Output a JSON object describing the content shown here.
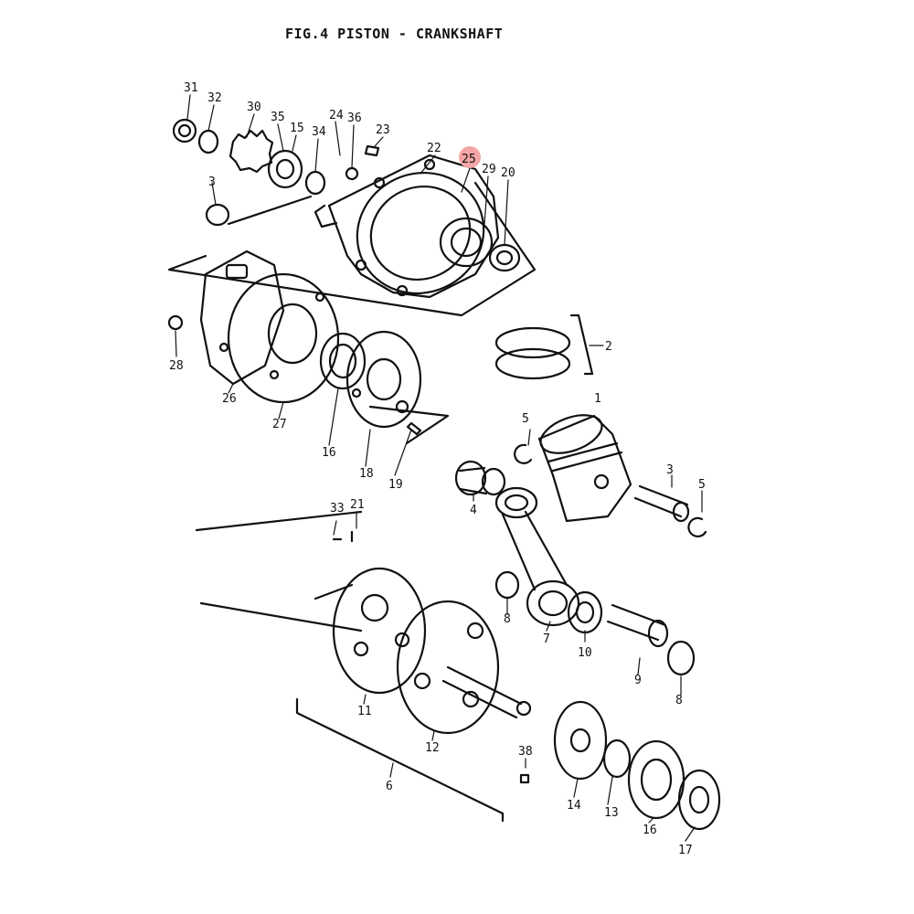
{
  "title": "FIG.4  PISTON - CRANKSHAFT",
  "highlight_color": "#f4a6a6",
  "callouts": [
    {
      "id": "c31",
      "label": "31"
    },
    {
      "id": "c32",
      "label": "32"
    },
    {
      "id": "c30",
      "label": "30"
    },
    {
      "id": "c35",
      "label": "35"
    },
    {
      "id": "c15a",
      "label": "15"
    },
    {
      "id": "c34",
      "label": "34"
    },
    {
      "id": "c24",
      "label": "24"
    },
    {
      "id": "c36",
      "label": "36"
    },
    {
      "id": "c23",
      "label": "23"
    },
    {
      "id": "c22",
      "label": "22"
    },
    {
      "id": "c25",
      "label": "25",
      "highlighted": true
    },
    {
      "id": "c29",
      "label": "29"
    },
    {
      "id": "c20",
      "label": "20"
    },
    {
      "id": "c3a",
      "label": "3"
    },
    {
      "id": "c2",
      "label": "2"
    },
    {
      "id": "c28",
      "label": "28"
    },
    {
      "id": "c26",
      "label": "26"
    },
    {
      "id": "c27",
      "label": "27"
    },
    {
      "id": "c16a",
      "label": "16"
    },
    {
      "id": "c18",
      "label": "18"
    },
    {
      "id": "c19",
      "label": "19"
    },
    {
      "id": "c1",
      "label": "1"
    },
    {
      "id": "c5a",
      "label": "5"
    },
    {
      "id": "c3b",
      "label": "3"
    },
    {
      "id": "c5b",
      "label": "5"
    },
    {
      "id": "c4",
      "label": "4"
    },
    {
      "id": "c33",
      "label": "33"
    },
    {
      "id": "c21",
      "label": "21"
    },
    {
      "id": "c8a",
      "label": "8"
    },
    {
      "id": "c7",
      "label": "7"
    },
    {
      "id": "c10",
      "label": "10"
    },
    {
      "id": "c9",
      "label": "9"
    },
    {
      "id": "c8b",
      "label": "8"
    },
    {
      "id": "c11",
      "label": "11"
    },
    {
      "id": "c12",
      "label": "12"
    },
    {
      "id": "c38",
      "label": "38"
    },
    {
      "id": "c6",
      "label": "6"
    },
    {
      "id": "c14",
      "label": "14"
    },
    {
      "id": "c13",
      "label": "13"
    },
    {
      "id": "c16b",
      "label": "16"
    },
    {
      "id": "c17",
      "label": "17"
    }
  ]
}
